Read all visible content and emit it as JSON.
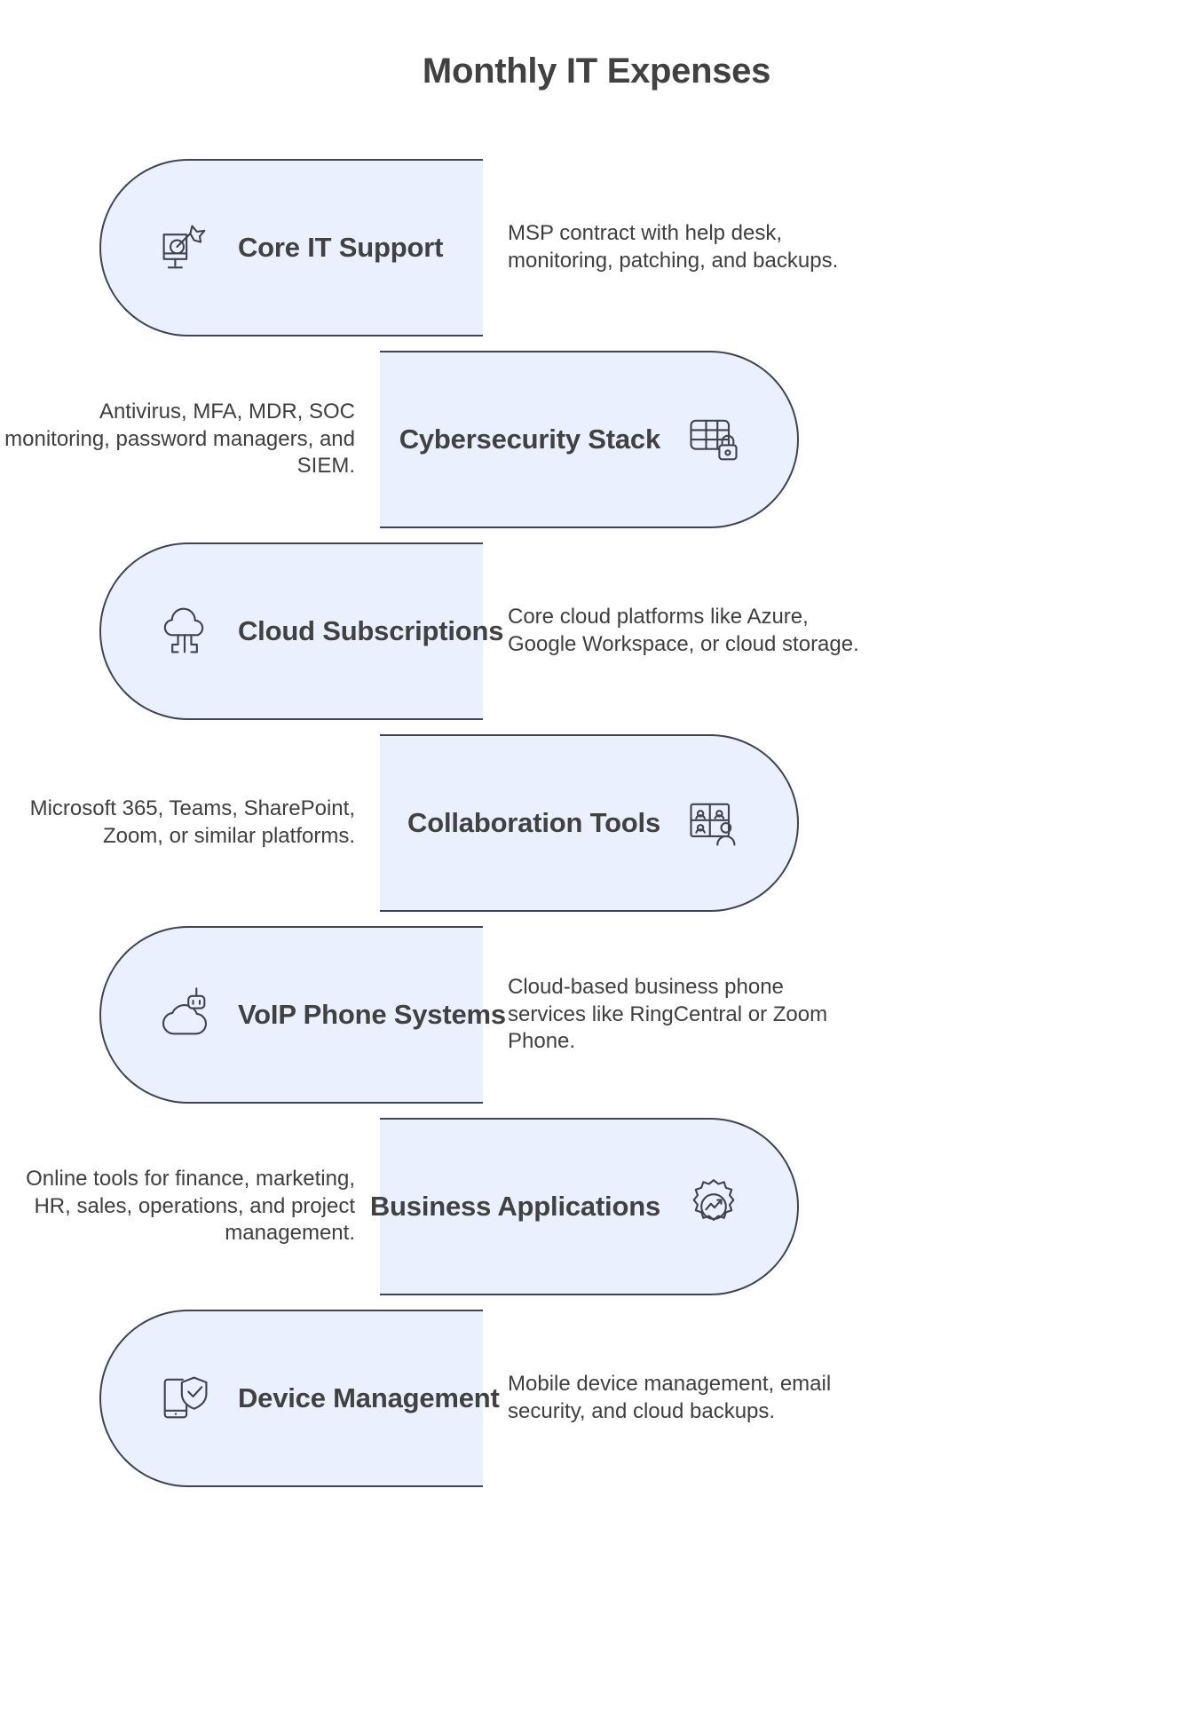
{
  "title": "Monthly IT Expenses",
  "theme": {
    "pill_fill": "#eaf0fd",
    "pill_border": "#3f444e",
    "title_color": "#414141",
    "label_color": "#414141",
    "desc_color": "#3f3f3f",
    "background": "#ffffff"
  },
  "rows": [
    {
      "label": "Core IT Support",
      "description": "MSP contract with help desk, monitoring, patching, and backups.",
      "icon": "monitor-target-icon",
      "side": "left"
    },
    {
      "label": "Cybersecurity Stack",
      "description": "Antivirus, MFA, MDR, SOC monitoring, password managers, and SIEM.",
      "icon": "table-lock-icon",
      "side": "right"
    },
    {
      "label": "Cloud Subscriptions",
      "description": "Core cloud platforms like Azure, Google Workspace, or cloud storage.",
      "icon": "cloud-circuit-icon",
      "side": "left"
    },
    {
      "label": "Collaboration Tools",
      "description": "Microsoft 365, Teams, SharePoint, Zoom, or similar platforms.",
      "icon": "video-call-grid-icon",
      "side": "right"
    },
    {
      "label": "VoIP Phone Systems",
      "description": "Cloud-based business phone services like RingCentral or Zoom Phone.",
      "icon": "cloud-robot-icon",
      "side": "left"
    },
    {
      "label": "Business Applications",
      "description": "Online tools for finance, marketing, HR, sales, operations, and project management.",
      "icon": "gear-chart-icon",
      "side": "right"
    },
    {
      "label": "Device Management",
      "description": "Mobile device management, email security, and cloud backups.",
      "icon": "phone-shield-check-icon",
      "side": "left"
    }
  ]
}
